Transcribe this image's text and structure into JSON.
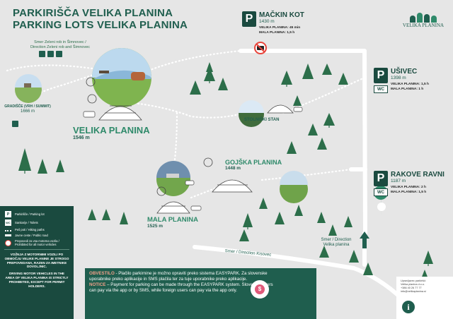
{
  "title_line1": "PARKIRIŠČA VELIKA PLANINA",
  "title_line2": "PARKING LOTS VELIKA PLANINA",
  "logo_text": "VELIKA PLANINA",
  "direction_zeleni_rob": [
    "Smer Zeleni rob in Šimnovec /",
    "Direction Zeleni rob and Šimnovec"
  ],
  "places": {
    "velika_planina": {
      "name": "VELIKA PLANINA",
      "alt": "1546 m"
    },
    "gradisce": {
      "name": "GRADIŠČE (VRH / SUMMIT)",
      "alt": "1666 m"
    },
    "gojska": {
      "name": "GOJŠKA PLANINA",
      "alt": "1448 m"
    },
    "mala": {
      "name": "MALA PLANINA",
      "alt": "1525 m"
    },
    "stolnicki": {
      "name": "STOLNIŠKI STAN"
    }
  },
  "parking": {
    "mackin_kot": {
      "name": "MAČKIN KOT",
      "alt": "1430 m",
      "line1": "VELIKA PLANINA: 45 min",
      "line2": "MALA PLANINA: 1,5 h"
    },
    "usivec": {
      "name": "UŠIVEC",
      "alt": "1398 m",
      "line1": "VELIKA PLANINA: 1,5 h",
      "line2": "MALA PLANINA: 1 h"
    },
    "rakove_ravni": {
      "name": "RAKOVE RAVNI",
      "alt": "1187 m",
      "line1": "VELIKA PLANINA: 2 h",
      "line2": "MALA PLANINA: 1,5 h"
    }
  },
  "p_letter": "P",
  "wc_label": "WC",
  "road_label": "Smer  / Direction Kisovec",
  "direction_bottom": [
    "Smer / Direction",
    "Velika planina"
  ],
  "legend": [
    {
      "icon": "P",
      "text": "Parkirišče / Parking lot"
    },
    {
      "icon": "WC",
      "text": "Sanitarije / Toilets"
    },
    {
      "icon": "",
      "text": "Peš poti / Hiking paths"
    },
    {
      "icon": "",
      "text": "Javne ceste / Public road"
    },
    {
      "icon": "",
      "text": "Prepovedi za vsa motorna vozila / Prohibited for all motor vehicles"
    }
  ],
  "sidebar_notice_sl": "VOŽNJA Z MOTORNIMI VOZILI PO OBMOČJU VELIKE PLANINE JE STROGO PREPOVEDANA, RAZEN ZA IMETNIKE DOVOLJNIC.",
  "sidebar_notice_en": "DRIVING MOTOR VEHICLES IN THE AREA OF VELIKA PLANINA IS STRICTLY PROHIBITED, EXCEPT FOR PERMIT HOLDERS.",
  "payment_notice": {
    "obvestilo_label": "OBVESTILO",
    "obvestilo_text": " - Plačilo parkirnine je možno opraviti preko sistema EASYPARK. Za slovenske uporabnike preko aplikacije in SMS plačila ter za tuje uporabnike preko aplikacije.",
    "notice_label": "NOTICE",
    "notice_text": " – Payment for parking can be made through the EASYPARK system. Slovenian users can pay via the app or by SMS, while foreign users can pay via the app only."
  },
  "info_lines": [
    "Upravljavec parkirišč:",
    "Velika planina d.o.o.",
    "+386 40 26 77 77",
    "info@velikaplanina.si"
  ],
  "colors": {
    "dark_green": "#1a4a3f",
    "title_green": "#1f5e4e",
    "tree": "#2c6e4a",
    "road": "#ffffff",
    "accent": "#e8453c"
  }
}
